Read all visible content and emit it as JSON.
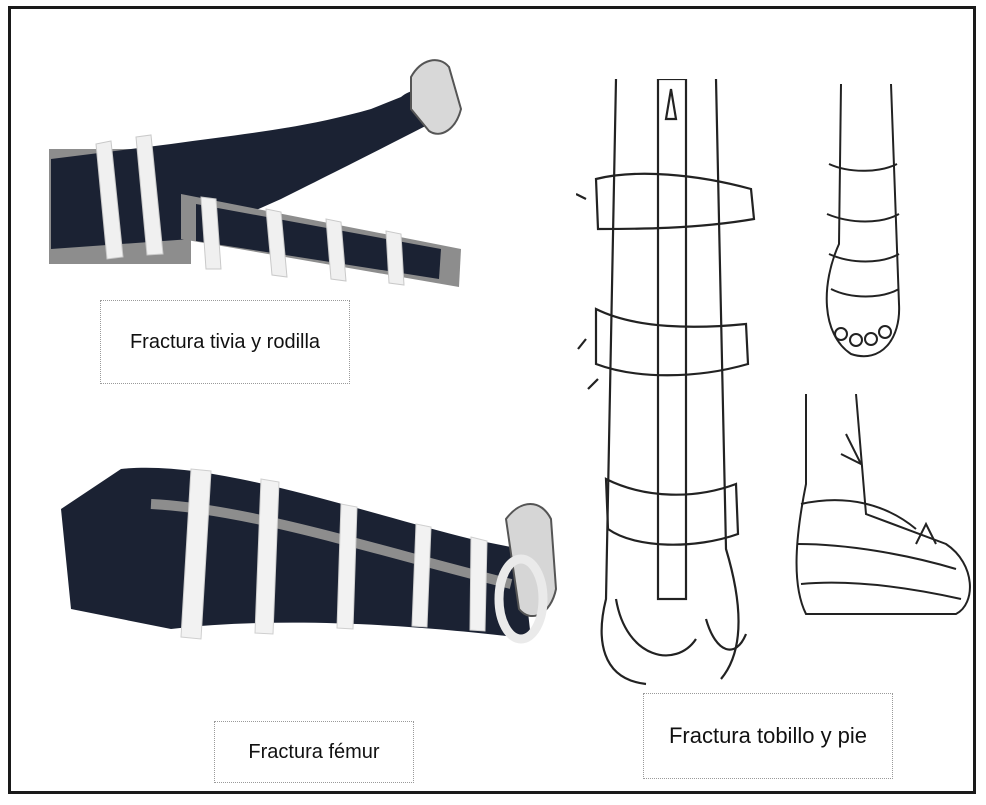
{
  "figure": {
    "captions": {
      "tibia_knee": "Fractura tivia y rodilla",
      "femur": "Fractura fémur",
      "ankle_foot": "Fractura tobillo y pie"
    },
    "illustrations": {
      "tibia_knee": "splinted-leg-tibia-knee",
      "femur": "splinted-leg-femur",
      "lower_leg_splint": "splinted-lower-leg-front",
      "foot_wrap": "bandaged-foot-top",
      "ankle_wrap": "bandaged-ankle-side"
    }
  },
  "colors": {
    "leg": "#1b2233",
    "splint": "#9a9a9a",
    "bandage": "#f2f2f2",
    "line_art": "#222222",
    "border": "#1a1a1a"
  }
}
